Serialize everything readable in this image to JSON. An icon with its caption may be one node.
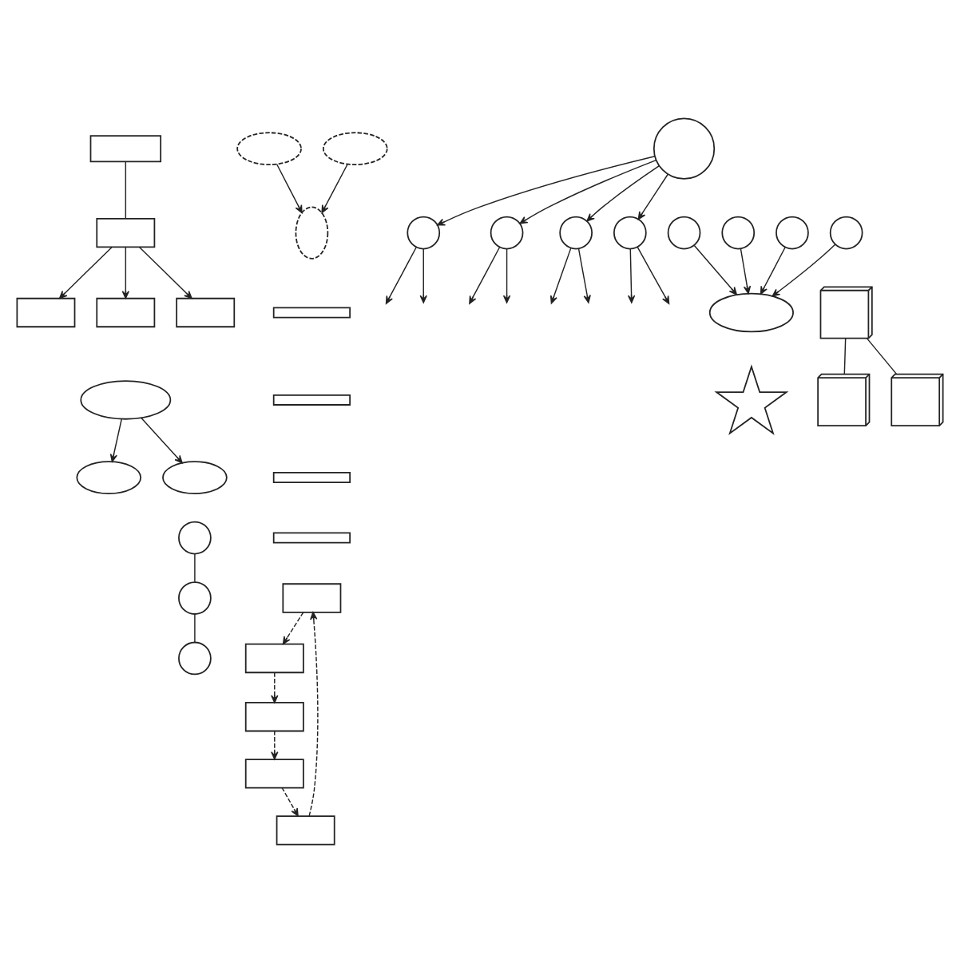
{
  "diagram": {
    "nodes": [
      {
        "text": [],
        "shape": "box"
      },
      {
        "text": [],
        "shape": "box"
      },
      {
        "text": [],
        "shape": "box"
      },
      {
        "text": [],
        "shape": "box"
      },
      {
        "text": [],
        "shape": "box"
      },
      {
        "text": [],
        "shape": "ellipse"
      },
      {
        "text": [],
        "shape": "ellipse"
      },
      {
        "text": [],
        "shape": "ellipse"
      },
      {
        "text": [],
        "shape": "circle"
      },
      {
        "text": [],
        "shape": "circle"
      },
      {
        "text": [],
        "shape": "circle"
      },
      {
        "text": [],
        "shape": "circle"
      },
      {
        "text": [],
        "shape": "circle"
      },
      {
        "text": [],
        "shape": "ellipse"
      },
      {
        "text": [],
        "shape": "ellipse"
      },
      {
        "text": [],
        "shape": "ellipse"
      },
      {
        "text": [],
        "shape": "bar"
      },
      {
        "text": [],
        "shape": "bar"
      },
      {
        "text": [],
        "shape": "bar"
      },
      {
        "text": [],
        "shape": "bar"
      },
      {
        "text": [],
        "shape": "ellipse"
      },
      {
        "text": [],
        "shape": "circle"
      },
      {
        "text": [],
        "shape": "circle"
      },
      {
        "text": [],
        "shape": "circle"
      },
      {
        "text": [],
        "shape": "circle"
      },
      {
        "text": [],
        "shape": "starburst"
      },
      {
        "text": [],
        "shape": "circle"
      },
      {
        "text": [],
        "shape": "circle"
      },
      {
        "text": [],
        "shape": "circle"
      },
      {
        "text": [],
        "shape": "box"
      },
      {
        "text": [],
        "shape": "box"
      },
      {
        "text": [],
        "shape": "box"
      },
      {
        "text": [],
        "shape": "box"
      },
      {
        "text": [],
        "shape": "box"
      },
      {
        "text": [],
        "shape": "cube"
      },
      {
        "text": [],
        "shape": "cube"
      },
      {
        "text": [],
        "shape": "cube"
      }
    ],
    "edges": [
      {
        "from": 0,
        "to": 1,
        "arrow": "none"
      },
      {
        "from": 1,
        "to": 2,
        "arrow": "to"
      },
      {
        "from": 1,
        "to": 3,
        "arrow": "to"
      },
      {
        "from": 1,
        "to": 4,
        "arrow": "to"
      },
      {
        "from": 5,
        "to": 7,
        "arrow": "to"
      },
      {
        "from": 6,
        "to": 7,
        "arrow": "to"
      },
      {
        "from": 8,
        "to": 9,
        "arrow": "to"
      },
      {
        "from": 8,
        "to": 10,
        "arrow": "to"
      },
      {
        "from": 8,
        "to": 11,
        "arrow": "to"
      },
      {
        "from": 8,
        "to": 12,
        "arrow": "to"
      },
      {
        "from": 9,
        "to": null,
        "arrow": "to"
      },
      {
        "from": 9,
        "to": null,
        "arrow": "to"
      },
      {
        "from": 10,
        "to": null,
        "arrow": "to"
      },
      {
        "from": 10,
        "to": null,
        "arrow": "to"
      },
      {
        "from": 11,
        "to": null,
        "arrow": "to"
      },
      {
        "from": 11,
        "to": null,
        "arrow": "to"
      },
      {
        "from": 12,
        "to": null,
        "arrow": "to"
      },
      {
        "from": 12,
        "to": null,
        "arrow": "to"
      },
      {
        "from": 13,
        "to": 14,
        "arrow": "to"
      },
      {
        "from": 13,
        "to": 15,
        "arrow": "to"
      },
      {
        "from": 21,
        "to": 20,
        "arrow": "to"
      },
      {
        "from": 22,
        "to": 20,
        "arrow": "to"
      },
      {
        "from": 23,
        "to": 20,
        "arrow": "to"
      },
      {
        "from": 24,
        "to": 20,
        "arrow": "to"
      },
      {
        "from": 26,
        "to": 27,
        "arrow": "none"
      },
      {
        "from": 27,
        "to": 28,
        "arrow": "none"
      },
      {
        "from": 29,
        "to": 30,
        "arrow": "to",
        "style": "dashed"
      },
      {
        "from": 30,
        "to": 31,
        "arrow": "to",
        "style": "dashed"
      },
      {
        "from": 31,
        "to": 32,
        "arrow": "to",
        "style": "dashed"
      },
      {
        "from": 32,
        "to": 33,
        "arrow": "to",
        "style": "dashed"
      },
      {
        "from": 33,
        "to": 29,
        "arrow": "to",
        "style": "dashed"
      },
      {
        "from": 34,
        "to": 35,
        "arrow": "none"
      },
      {
        "from": 34,
        "to": 36,
        "arrow": "none"
      }
    ]
  }
}
